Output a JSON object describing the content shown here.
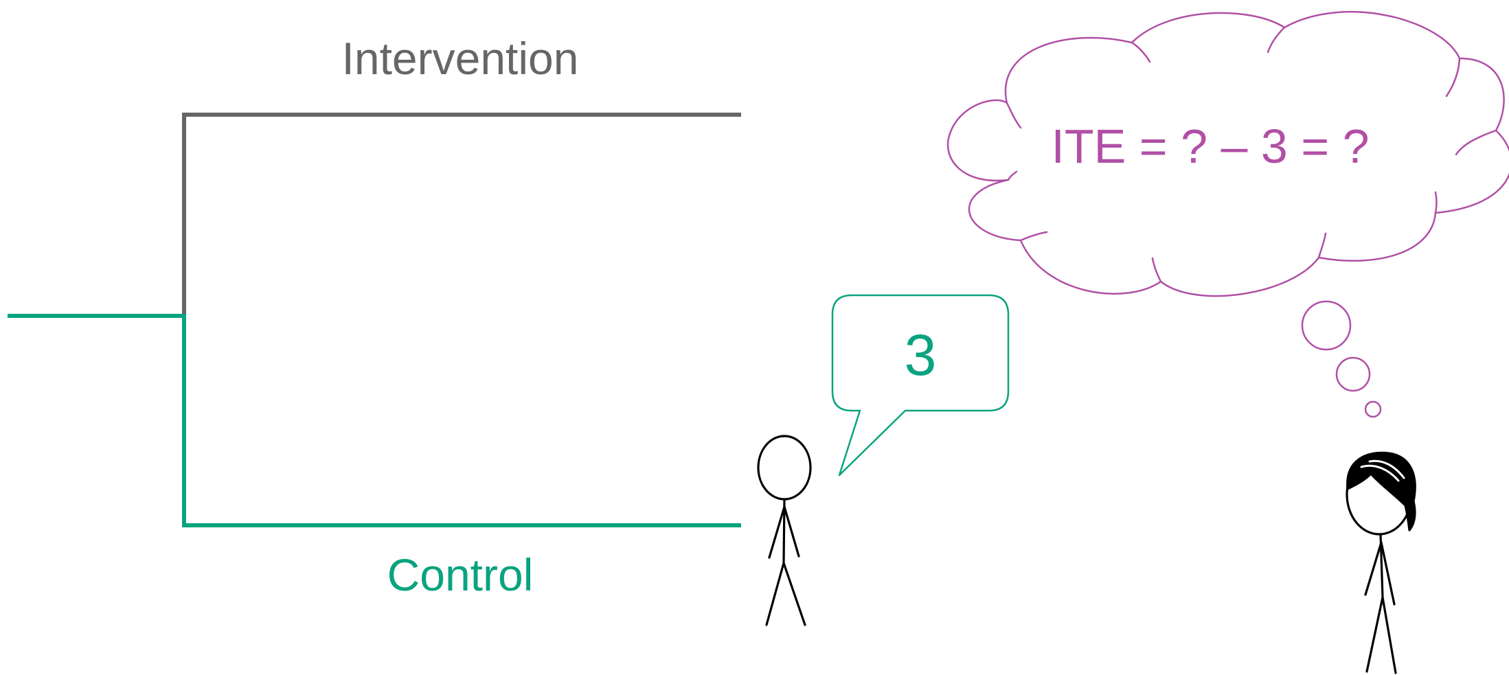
{
  "branches": {
    "intervention_label": "Intervention",
    "control_label": "Control"
  },
  "speech_bubble": {
    "text": "3"
  },
  "thought_bubble": {
    "text": "ITE = ? – 3 = ?"
  },
  "colors": {
    "intervention": "#666666",
    "control": "#0aa37f",
    "thought": "#b04fa5",
    "figure": "#000000"
  }
}
